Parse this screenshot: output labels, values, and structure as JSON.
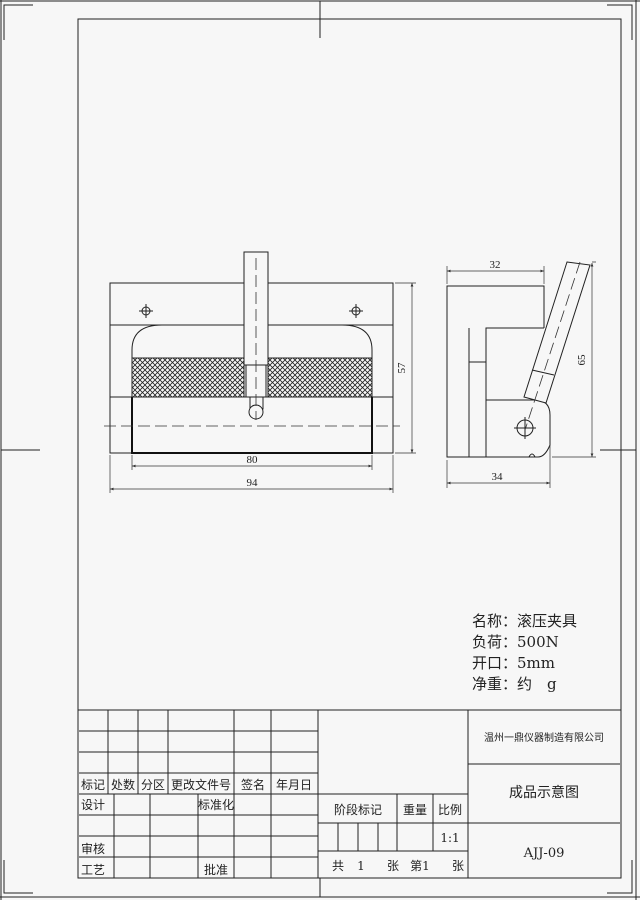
{
  "drawing": {
    "dimensions": {
      "front_height": "57",
      "front_inner_width": "80",
      "front_width": "94",
      "side_top_width": "32",
      "side_height": "65",
      "side_width": "34"
    }
  },
  "info": {
    "name_label": "名称：",
    "name_value": "滚压夹具",
    "load_label": "负荷：",
    "load_value": "500N",
    "opening_label": "开口：",
    "opening_value": "5mm",
    "weight_label": "净重：",
    "weight_value": "约　g"
  },
  "title_block": {
    "header": [
      "标记",
      "处数",
      "分区",
      "更改文件号",
      "签名",
      "年月日"
    ],
    "design": "设计",
    "standardize": "标准化",
    "review": "审核",
    "process": "工艺",
    "approve": "批准",
    "stage_mark": "阶段标记",
    "weight": "重量",
    "scale_label": "比例",
    "scale_value": "1:1",
    "sheets": {
      "total_prefix": "共",
      "total": "1",
      "unit1": "张",
      "current": "第1",
      "unit2": "张"
    },
    "company": "温州一鼎仪器制造有限公司",
    "drawing_title": "成品示意图",
    "drawing_number": "AJJ-09"
  }
}
